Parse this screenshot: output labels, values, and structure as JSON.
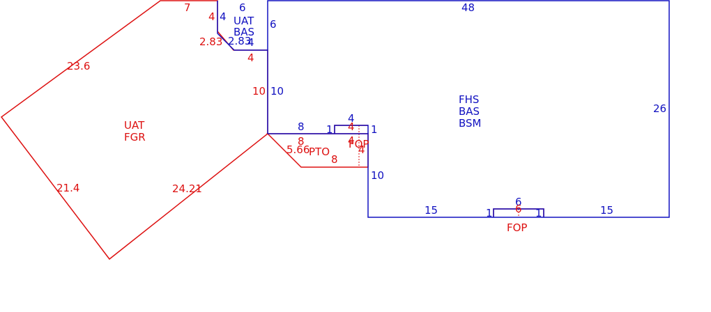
{
  "colors": {
    "main_structure": "#1010c0",
    "addition": "#dd1111"
  },
  "main_area": {
    "codes": [
      "FHS",
      "BAS",
      "BSM"
    ]
  },
  "small_blue_area": {
    "codes": [
      "UAT",
      "BAS"
    ]
  },
  "polygon_area": {
    "codes": [
      "UAT",
      "FGR"
    ]
  },
  "pto_area": {
    "code": "PTO"
  },
  "fop_right": {
    "code": "FOP"
  },
  "fop_bottom": {
    "code": "FOP"
  },
  "blue_dims": {
    "top": "48",
    "right": "26",
    "bottom_left": "15",
    "bottom_right": "15",
    "bottom_notch_top": "6",
    "bottom_notch_left": "1",
    "bottom_notch_right": "1",
    "step": "10",
    "ledge": "8",
    "left_wall": "10",
    "small_top": "6",
    "small_left": "4",
    "small_right": "6",
    "small_diag": "2.83",
    "small_bottom": "4",
    "notch2_top": "4",
    "notch2_left": "1",
    "notch2_right": "1"
  },
  "red_dims": {
    "poly_top": "7",
    "poly_upper_left": "23.6",
    "poly_lower_left": "21.4",
    "poly_lower_right": "24.21",
    "poly_top_right": "4",
    "poly_diag": "2.83",
    "poly_step": "4",
    "poly_right": "10",
    "pto_top": "8",
    "pto_diag": "5.66",
    "pto_bottom": "8",
    "fop_top": "4",
    "fop_middle": "4",
    "fop_right": "4",
    "fop_bottom_top": "6"
  }
}
